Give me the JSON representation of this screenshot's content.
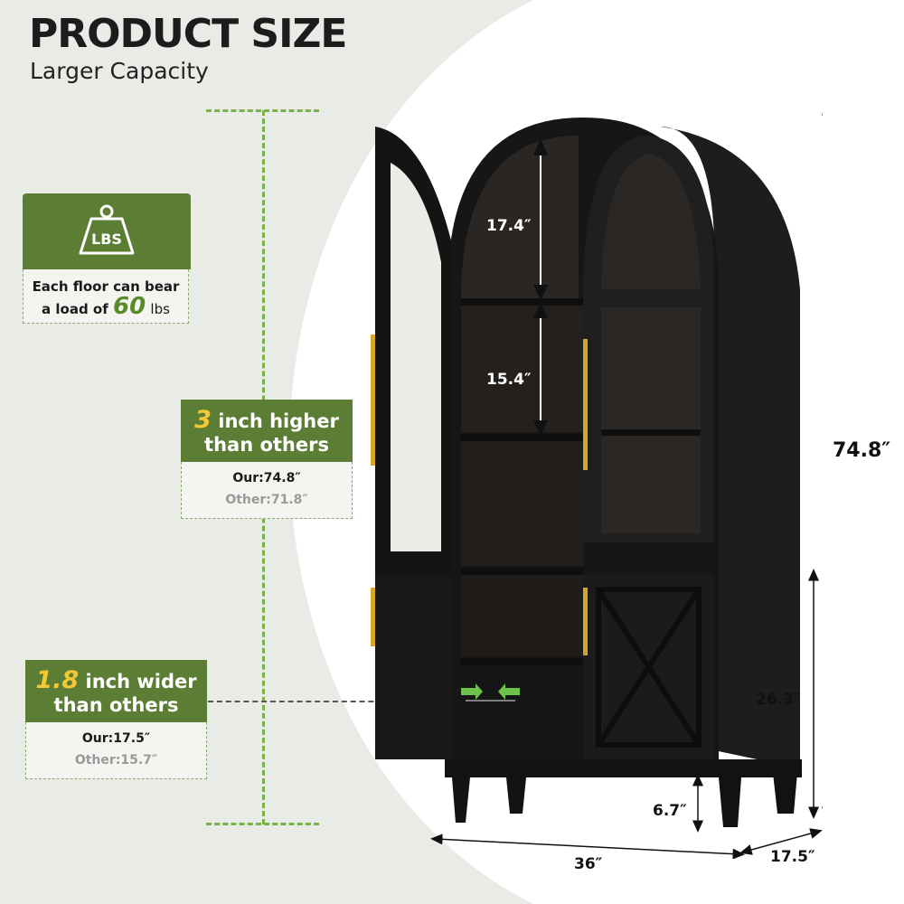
{
  "header": {
    "title": "PRODUCT SIZE",
    "subtitle": "Larger Capacity"
  },
  "load_card": {
    "icon": "weight-icon",
    "icon_label": "LBS",
    "line1": "Each floor can bear",
    "line2_prefix": "a load of",
    "value": "60",
    "unit": "lbs"
  },
  "height_card": {
    "number": "3",
    "line1_rest": "inch higher",
    "line2": "than others",
    "ours": "Our:74.8″",
    "other": "Other:71.8″"
  },
  "width_card": {
    "number": "1.8",
    "line1_rest": "inch wider",
    "line2": "than others",
    "ours": "Our:17.5″",
    "other": "Other:15.7″"
  },
  "dimensions": {
    "top_compartment": "17.4″",
    "middle_compartment": "15.4″",
    "total_height": "74.8″",
    "lower_height": "26.3″",
    "leg_height": "6.7″",
    "width": "36″",
    "depth": "17.5″"
  },
  "colors": {
    "accent_green": "#5b7d34",
    "highlight_yellow": "#f4c735",
    "cabinet": "#151515",
    "handle_gold": "#d4a62a"
  }
}
